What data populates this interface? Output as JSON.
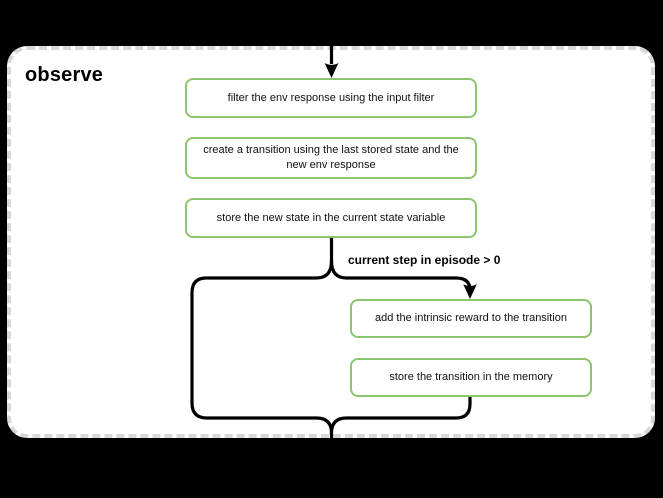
{
  "panel": {
    "title": "observe",
    "background": "#ffffff",
    "border_color": "#d8d8d8",
    "page_background": "#000000"
  },
  "colors": {
    "node_border": "#8dc56d",
    "connector": "#000000",
    "text": "#111111"
  },
  "flowchart": {
    "nodes": [
      {
        "id": "filter-env-response",
        "label": "filter the env response using the input filter"
      },
      {
        "id": "create-transition",
        "label": "create a transition using the last stored state and the\nnew env response"
      },
      {
        "id": "store-new-state",
        "label": "store the new state in the current state variable"
      },
      {
        "id": "add-intrinsic-reward",
        "label": "add the intrinsic reward to the transition"
      },
      {
        "id": "store-transition",
        "label": "store the transition in the memory"
      }
    ],
    "condition_label": "current step in episode > 0"
  }
}
